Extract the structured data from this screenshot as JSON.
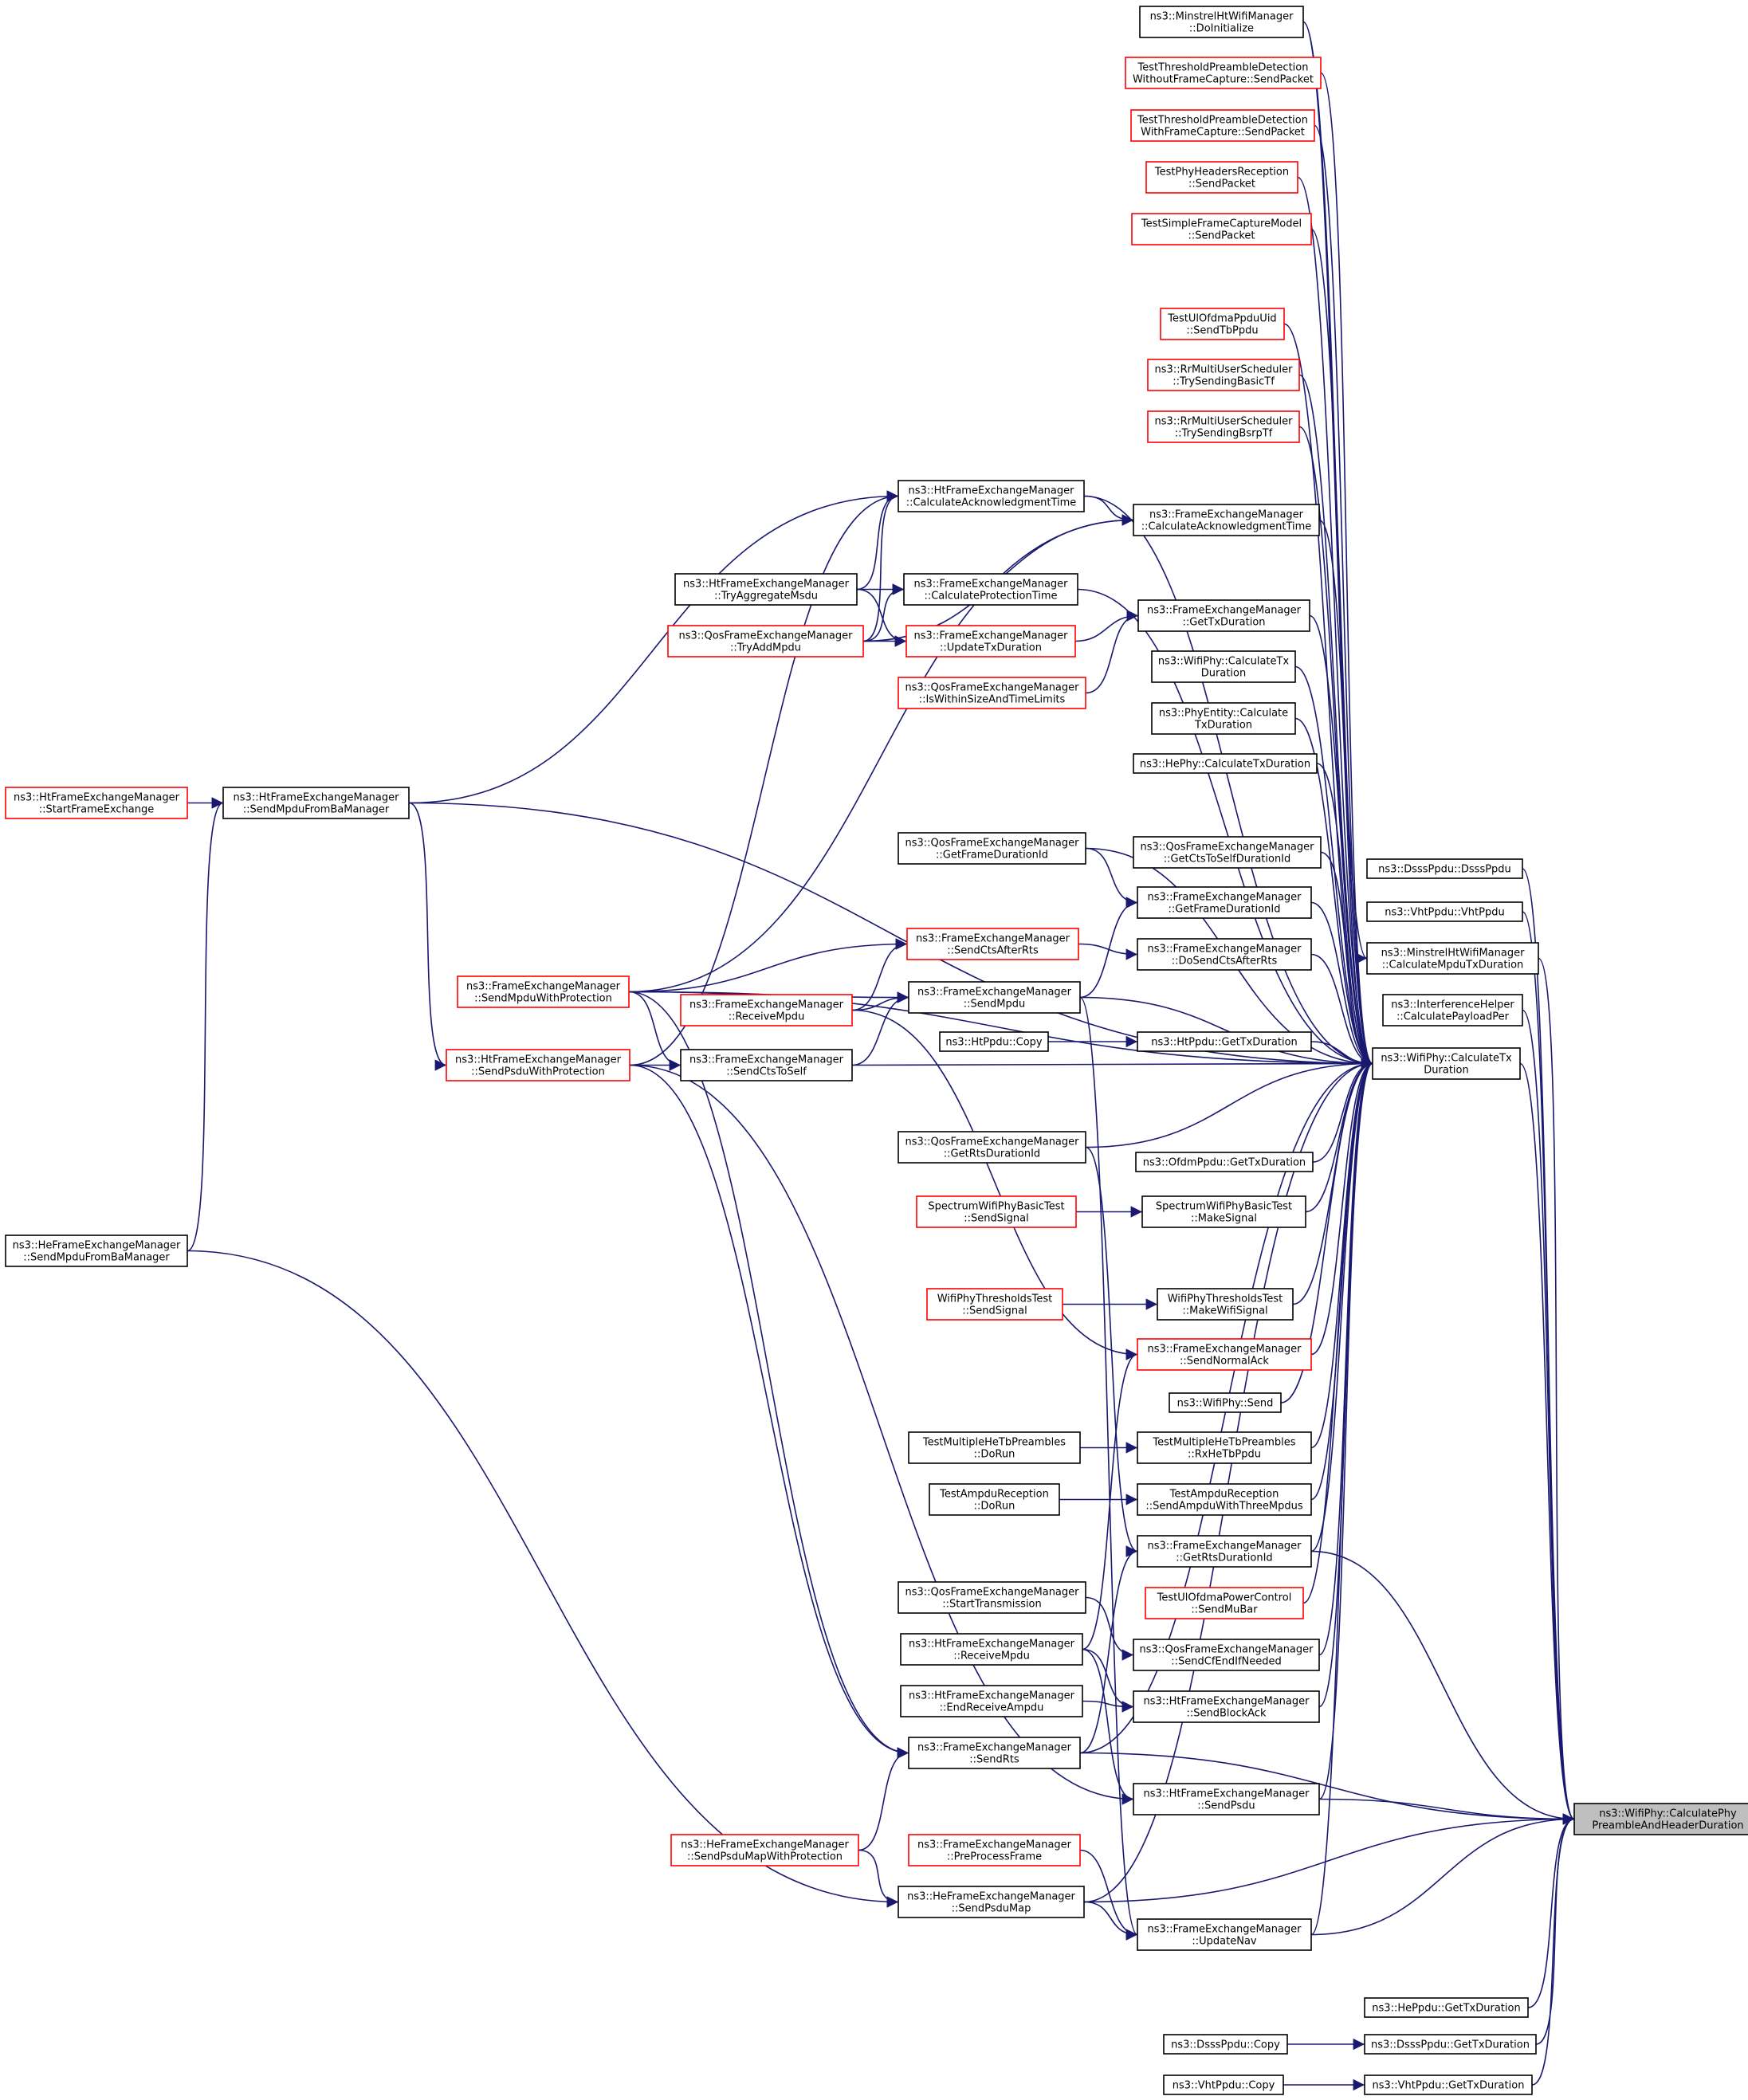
{
  "graph": {
    "root": "ns3::WifiPhy::CalculatePhyPreambleAndHeaderDuration",
    "nodes": [
      {
        "id": "root",
        "lines": [
          "ns3::WifiPhy::CalculatePhy",
          "PreambleAndHeaderDuration"
        ],
        "style": "root"
      },
      {
        "id": "calcTx",
        "lines": [
          "ns3::WifiPhy::CalculateTx",
          "Duration"
        ],
        "style": "black"
      },
      {
        "id": "dsssPpdu",
        "lines": [
          "ns3::DsssPpdu::DsssPpdu"
        ],
        "style": "black"
      },
      {
        "id": "vhtPpdu",
        "lines": [
          "ns3::VhtPpdu::VhtPpdu"
        ],
        "style": "black"
      },
      {
        "id": "minstrelCalcMpdu",
        "lines": [
          "ns3::MinstrelHtWifiManager",
          "::CalculateMpduTxDuration"
        ],
        "style": "black"
      },
      {
        "id": "interfHelper",
        "lines": [
          "ns3::InterferenceHelper",
          "::CalculatePayloadPer"
        ],
        "style": "black"
      },
      {
        "id": "hePpduGetTx",
        "lines": [
          "ns3::HePpdu::GetTxDuration"
        ],
        "style": "black"
      },
      {
        "id": "dsssGetTx",
        "lines": [
          "ns3::DsssPpdu::GetTxDuration"
        ],
        "style": "black"
      },
      {
        "id": "vhtGetTx",
        "lines": [
          "ns3::VhtPpdu::GetTxDuration"
        ],
        "style": "black"
      },
      {
        "id": "dsssCopy",
        "lines": [
          "ns3::DsssPpdu::Copy"
        ],
        "style": "black"
      },
      {
        "id": "vhtCopy",
        "lines": [
          "ns3::VhtPpdu::Copy"
        ],
        "style": "black"
      },
      {
        "id": "minstrelInit",
        "lines": [
          "ns3::MinstrelHtWifiManager",
          "::DoInitialize"
        ],
        "style": "black"
      },
      {
        "id": "testThreshWithout",
        "lines": [
          "TestThresholdPreambleDetection",
          "WithoutFrameCapture::SendPacket"
        ],
        "style": "red"
      },
      {
        "id": "testThreshWith",
        "lines": [
          "TestThresholdPreambleDetection",
          "WithFrameCapture::SendPacket"
        ],
        "style": "red"
      },
      {
        "id": "testPhyHeaders",
        "lines": [
          "TestPhyHeadersReception",
          "::SendPacket"
        ],
        "style": "red"
      },
      {
        "id": "testSimpleCapture",
        "lines": [
          "TestSimpleFrameCaptureModel",
          "::SendPacket"
        ],
        "style": "red"
      },
      {
        "id": "testUlOfdmaUid",
        "lines": [
          "TestUlOfdmaPpduUid",
          "::SendTbPpdu"
        ],
        "style": "red"
      },
      {
        "id": "rrBasicTf",
        "lines": [
          "ns3::RrMultiUserScheduler",
          "::TrySendingBasicTf"
        ],
        "style": "red"
      },
      {
        "id": "rrBsrpTf",
        "lines": [
          "ns3::RrMultiUserScheduler",
          "::TrySendingBsrpTf"
        ],
        "style": "red"
      },
      {
        "id": "htCalcAck",
        "lines": [
          "ns3::HtFrameExchangeManager",
          "::CalculateAcknowledgmentTime"
        ],
        "style": "black"
      },
      {
        "id": "femCalcAck",
        "lines": [
          "ns3::FrameExchangeManager",
          "::CalculateAcknowledgmentTime"
        ],
        "style": "black"
      },
      {
        "id": "htTryAgg",
        "lines": [
          "ns3::HtFrameExchangeManager",
          "::TryAggregateMsdu"
        ],
        "style": "black"
      },
      {
        "id": "femCalcProt",
        "lines": [
          "ns3::FrameExchangeManager",
          "::CalculateProtectionTime"
        ],
        "style": "black"
      },
      {
        "id": "qosTryAdd",
        "lines": [
          "ns3::QosFrameExchangeManager",
          "::TryAddMpdu"
        ],
        "style": "red"
      },
      {
        "id": "femUpdateTx",
        "lines": [
          "ns3::FrameExchangeManager",
          "::UpdateTxDuration"
        ],
        "style": "red"
      },
      {
        "id": "femGetTx",
        "lines": [
          "ns3::FrameExchangeManager",
          "::GetTxDuration"
        ],
        "style": "black"
      },
      {
        "id": "qosIsWithin",
        "lines": [
          "ns3::QosFrameExchangeManager",
          "::IsWithinSizeAndTimeLimits"
        ],
        "style": "red"
      },
      {
        "id": "wifiPhyCalcTx2",
        "lines": [
          "ns3::WifiPhy::CalculateTx",
          "Duration"
        ],
        "style": "black"
      },
      {
        "id": "phyEntityCalc",
        "lines": [
          "ns3::PhyEntity::Calculate",
          "TxDuration"
        ],
        "style": "black"
      },
      {
        "id": "hePhyCalc",
        "lines": [
          "ns3::HePhy::CalculateTxDuration"
        ],
        "style": "black"
      },
      {
        "id": "htStartFE",
        "lines": [
          "ns3::HtFrameExchangeManager",
          "::StartFrameExchange"
        ],
        "style": "red"
      },
      {
        "id": "htSendMpduBa",
        "lines": [
          "ns3::HtFrameExchangeManager",
          "::SendMpduFromBaManager"
        ],
        "style": "black"
      },
      {
        "id": "qosGetFrameDur",
        "lines": [
          "ns3::QosFrameExchangeManager",
          "::GetFrameDurationId"
        ],
        "style": "black"
      },
      {
        "id": "qosGetCtsSelf",
        "lines": [
          "ns3::QosFrameExchangeManager",
          "::GetCtsToSelfDurationId"
        ],
        "style": "black"
      },
      {
        "id": "femGetFrameDur",
        "lines": [
          "ns3::FrameExchangeManager",
          "::GetFrameDurationId"
        ],
        "style": "black"
      },
      {
        "id": "femSendCtsAfterRts",
        "lines": [
          "ns3::FrameExchangeManager",
          "::SendCtsAfterRts"
        ],
        "style": "red"
      },
      {
        "id": "femDoSendCts",
        "lines": [
          "ns3::FrameExchangeManager",
          "::DoSendCtsAfterRts"
        ],
        "style": "black"
      },
      {
        "id": "femSendMpduProt",
        "lines": [
          "ns3::FrameExchangeManager",
          "::SendMpduWithProtection"
        ],
        "style": "red"
      },
      {
        "id": "femReceiveMpdu",
        "lines": [
          "ns3::FrameExchangeManager",
          "::ReceiveMpdu"
        ],
        "style": "red"
      },
      {
        "id": "femSendMpdu",
        "lines": [
          "ns3::FrameExchangeManager",
          "::SendMpdu"
        ],
        "style": "black"
      },
      {
        "id": "htPpduCopy",
        "lines": [
          "ns3::HtPpdu::Copy"
        ],
        "style": "black"
      },
      {
        "id": "htPpduGetTx",
        "lines": [
          "ns3::HtPpdu::GetTxDuration"
        ],
        "style": "black"
      },
      {
        "id": "htSendPsduProt",
        "lines": [
          "ns3::HtFrameExchangeManager",
          "::SendPsduWithProtection"
        ],
        "style": "red"
      },
      {
        "id": "femSendCtsSelf",
        "lines": [
          "ns3::FrameExchangeManager",
          "::SendCtsToSelf"
        ],
        "style": "black"
      },
      {
        "id": "qosGetRtsDur",
        "lines": [
          "ns3::QosFrameExchangeManager",
          "::GetRtsDurationId"
        ],
        "style": "black"
      },
      {
        "id": "ofdmGetTx",
        "lines": [
          "ns3::OfdmPpdu::GetTxDuration"
        ],
        "style": "black"
      },
      {
        "id": "heSendMpduBa",
        "lines": [
          "ns3::HeFrameExchangeManager",
          "::SendMpduFromBaManager"
        ],
        "style": "black"
      },
      {
        "id": "specSendSignal",
        "lines": [
          "SpectrumWifiPhyBasicTest",
          "::SendSignal"
        ],
        "style": "red"
      },
      {
        "id": "specMakeSignal",
        "lines": [
          "SpectrumWifiPhyBasicTest",
          "::MakeSignal"
        ],
        "style": "black"
      },
      {
        "id": "thrSendSignal",
        "lines": [
          "WifiPhyThresholdsTest",
          "::SendSignal"
        ],
        "style": "red"
      },
      {
        "id": "thrMakeSignal",
        "lines": [
          "WifiPhyThresholdsTest",
          "::MakeWifiSignal"
        ],
        "style": "black"
      },
      {
        "id": "femSendNormalAck",
        "lines": [
          "ns3::FrameExchangeManager",
          "::SendNormalAck"
        ],
        "style": "red"
      },
      {
        "id": "wifiPhySend",
        "lines": [
          "ns3::WifiPhy::Send"
        ],
        "style": "black"
      },
      {
        "id": "tmhDoRun",
        "lines": [
          "TestMultipleHeTbPreambles",
          "::DoRun"
        ],
        "style": "black"
      },
      {
        "id": "tmhRx",
        "lines": [
          "TestMultipleHeTbPreambles",
          "::RxHeTbPpdu"
        ],
        "style": "black"
      },
      {
        "id": "tarDoRun",
        "lines": [
          "TestAmpduReception",
          "::DoRun"
        ],
        "style": "black"
      },
      {
        "id": "tarSend3",
        "lines": [
          "TestAmpduReception",
          "::SendAmpduWithThreeMpdus"
        ],
        "style": "black"
      },
      {
        "id": "femGetRtsDur",
        "lines": [
          "ns3::FrameExchangeManager",
          "::GetRtsDurationId"
        ],
        "style": "black"
      },
      {
        "id": "ulPcMuBar",
        "lines": [
          "TestUlOfdmaPowerControl",
          "::SendMuBar"
        ],
        "style": "red"
      },
      {
        "id": "qosStartTx",
        "lines": [
          "ns3::QosFrameExchangeManager",
          "::StartTransmission"
        ],
        "style": "black"
      },
      {
        "id": "htReceiveMpdu",
        "lines": [
          "ns3::HtFrameExchangeManager",
          "::ReceiveMpdu"
        ],
        "style": "black"
      },
      {
        "id": "qosSendCfEnd",
        "lines": [
          "ns3::QosFrameExchangeManager",
          "::SendCfEndIfNeeded"
        ],
        "style": "black"
      },
      {
        "id": "htEndRxAmpdu",
        "lines": [
          "ns3::HtFrameExchangeManager",
          "::EndReceiveAmpdu"
        ],
        "style": "black"
      },
      {
        "id": "htSendBlockAck",
        "lines": [
          "ns3::HtFrameExchangeManager",
          "::SendBlockAck"
        ],
        "style": "black"
      },
      {
        "id": "femSendRts",
        "lines": [
          "ns3::FrameExchangeManager",
          "::SendRts"
        ],
        "style": "black"
      },
      {
        "id": "htSendPsdu",
        "lines": [
          "ns3::HtFrameExchangeManager",
          "::SendPsdu"
        ],
        "style": "black"
      },
      {
        "id": "heSendPsduMapProt",
        "lines": [
          "ns3::HeFrameExchangeManager",
          "::SendPsduMapWithProtection"
        ],
        "style": "red"
      },
      {
        "id": "femPreProcess",
        "lines": [
          "ns3::FrameExchangeManager",
          "::PreProcessFrame"
        ],
        "style": "red"
      },
      {
        "id": "heSendPsduMap",
        "lines": [
          "ns3::HeFrameExchangeManager",
          "::SendPsduMap"
        ],
        "style": "black"
      },
      {
        "id": "femUpdateNav",
        "lines": [
          "ns3::FrameExchangeManager",
          "::UpdateNav"
        ],
        "style": "black"
      }
    ],
    "edges": [
      [
        "calcTx",
        "root"
      ],
      [
        "dsssPpdu",
        "root"
      ],
      [
        "vhtPpdu",
        "root"
      ],
      [
        "minstrelCalcMpdu",
        "root"
      ],
      [
        "interfHelper",
        "root"
      ],
      [
        "hePpduGetTx",
        "root"
      ],
      [
        "dsssGetTx",
        "root"
      ],
      [
        "vhtGetTx",
        "root"
      ],
      [
        "htSendPsdu",
        "root"
      ],
      [
        "femSendRts",
        "root"
      ],
      [
        "heSendPsduMap",
        "root"
      ],
      [
        "femUpdateNav",
        "root"
      ],
      [
        "femGetRtsDur",
        "root"
      ],
      [
        "dsssCopy",
        "dsssGetTx"
      ],
      [
        "vhtCopy",
        "vhtGetTx"
      ],
      [
        "minstrelInit",
        "calcTx"
      ],
      [
        "testThreshWithout",
        "calcTx"
      ],
      [
        "testThreshWith",
        "calcTx"
      ],
      [
        "testPhyHeaders",
        "calcTx"
      ],
      [
        "testSimpleCapture",
        "calcTx"
      ],
      [
        "testUlOfdmaUid",
        "calcTx"
      ],
      [
        "rrBasicTf",
        "calcTx"
      ],
      [
        "rrBsrpTf",
        "calcTx"
      ],
      [
        "htCalcAck",
        "calcTx"
      ],
      [
        "femCalcAck",
        "calcTx"
      ],
      [
        "femCalcProt",
        "calcTx"
      ],
      [
        "femGetTx",
        "calcTx"
      ],
      [
        "wifiPhyCalcTx2",
        "calcTx"
      ],
      [
        "phyEntityCalc",
        "calcTx"
      ],
      [
        "hePhyCalc",
        "calcTx"
      ],
      [
        "htSendMpduBa",
        "calcTx"
      ],
      [
        "femSendMpduProt",
        "calcTx"
      ],
      [
        "qosGetFrameDur",
        "calcTx"
      ],
      [
        "qosGetCtsSelf",
        "calcTx"
      ],
      [
        "femGetFrameDur",
        "calcTx"
      ],
      [
        "femDoSendCts",
        "calcTx"
      ],
      [
        "femSendMpdu",
        "calcTx"
      ],
      [
        "htPpduGetTx",
        "calcTx"
      ],
      [
        "femSendCtsSelf",
        "calcTx"
      ],
      [
        "qosGetRtsDur",
        "calcTx"
      ],
      [
        "ofdmGetTx",
        "calcTx"
      ],
      [
        "specMakeSignal",
        "calcTx"
      ],
      [
        "thrMakeSignal",
        "calcTx"
      ],
      [
        "femSendNormalAck",
        "calcTx"
      ],
      [
        "wifiPhySend",
        "calcTx"
      ],
      [
        "tmhRx",
        "calcTx"
      ],
      [
        "tarSend3",
        "calcTx"
      ],
      [
        "femGetRtsDur",
        "calcTx"
      ],
      [
        "ulPcMuBar",
        "calcTx"
      ],
      [
        "qosSendCfEnd",
        "calcTx"
      ],
      [
        "htSendBlockAck",
        "calcTx"
      ],
      [
        "femSendRts",
        "calcTx"
      ],
      [
        "htSendPsdu",
        "calcTx"
      ],
      [
        "heSendPsduMap",
        "calcTx"
      ],
      [
        "femUpdateNav",
        "calcTx"
      ],
      [
        "minstrelInit",
        "minstrelCalcMpdu"
      ],
      [
        "htCalcAck",
        "femCalcAck"
      ],
      [
        "htTryAgg",
        "htCalcAck"
      ],
      [
        "qosTryAdd",
        "htCalcAck"
      ],
      [
        "htSendMpduBa",
        "htCalcAck"
      ],
      [
        "htSendPsduProt",
        "htCalcAck"
      ],
      [
        "qosTryAdd",
        "femCalcAck"
      ],
      [
        "femSendMpduProt",
        "femCalcAck"
      ],
      [
        "htTryAgg",
        "femCalcProt"
      ],
      [
        "qosTryAdd",
        "femCalcProt"
      ],
      [
        "htTryAgg",
        "femUpdateTx"
      ],
      [
        "qosTryAdd",
        "femUpdateTx"
      ],
      [
        "femUpdateTx",
        "femGetTx"
      ],
      [
        "qosIsWithin",
        "femGetTx"
      ],
      [
        "htStartFE",
        "htSendMpduBa"
      ],
      [
        "heSendMpduBa",
        "htSendMpduBa"
      ],
      [
        "htSendMpduBa",
        "htSendPsduProt"
      ],
      [
        "qosGetFrameDur",
        "femGetFrameDur"
      ],
      [
        "femSendCtsAfterRts",
        "femDoSendCts"
      ],
      [
        "femSendMpdu",
        "femGetFrameDur"
      ],
      [
        "femReceiveMpdu",
        "femSendCtsAfterRts"
      ],
      [
        "femSendMpduProt",
        "femSendCtsAfterRts"
      ],
      [
        "femSendMpduProt",
        "femSendMpdu"
      ],
      [
        "femReceiveMpdu",
        "femSendMpdu"
      ],
      [
        "femSendCtsSelf",
        "femSendMpdu"
      ],
      [
        "htPpduCopy",
        "htPpduGetTx"
      ],
      [
        "htSendPsduProt",
        "femSendCtsSelf"
      ],
      [
        "femSendMpduProt",
        "femSendCtsSelf"
      ],
      [
        "specSendSignal",
        "specMakeSignal"
      ],
      [
        "thrSendSignal",
        "thrMakeSignal"
      ],
      [
        "femReceiveMpdu",
        "femSendNormalAck"
      ],
      [
        "tmhDoRun",
        "tmhRx"
      ],
      [
        "tarDoRun",
        "tarSend3"
      ],
      [
        "htReceiveMpdu",
        "femSendNormalAck"
      ],
      [
        "qosStartTx",
        "qosSendCfEnd"
      ],
      [
        "htReceiveMpdu",
        "htSendBlockAck"
      ],
      [
        "htEndRxAmpdu",
        "htSendBlockAck"
      ],
      [
        "femSendRts",
        "femGetRtsDur"
      ],
      [
        "qosGetRtsDur",
        "femGetRtsDur"
      ],
      [
        "htReceiveMpdu",
        "htSendPsdu"
      ],
      [
        "femSendMpduProt",
        "femSendRts"
      ],
      [
        "htSendPsduProt",
        "femSendRts"
      ],
      [
        "heSendPsduMapProt",
        "femSendRts"
      ],
      [
        "htSendPsduProt",
        "htSendPsdu"
      ],
      [
        "heSendPsduMapProt",
        "heSendPsduMap"
      ],
      [
        "heSendMpduBa",
        "heSendPsduMap"
      ],
      [
        "femPreProcess",
        "femUpdateNav"
      ],
      [
        "heSendPsduMap",
        "femUpdateNav"
      ],
      [
        "femSendMpdu",
        "femUpdateNav"
      ]
    ]
  }
}
